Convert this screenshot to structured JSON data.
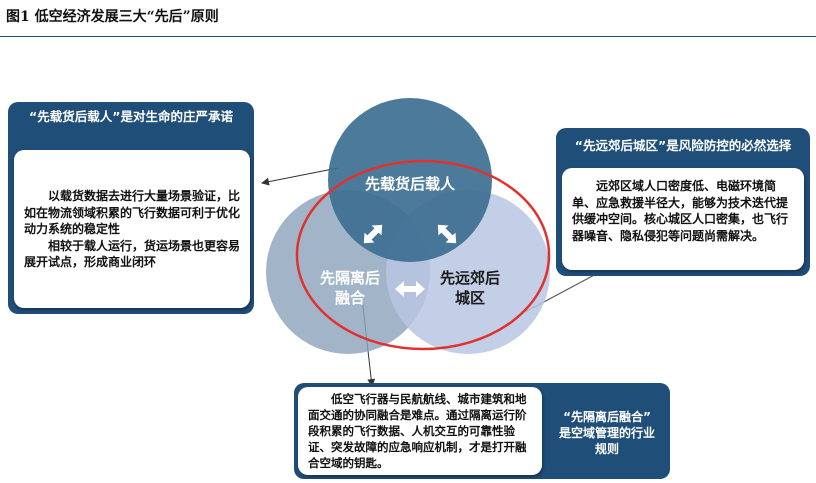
{
  "figure_title": "图1  低空经济发展三大“先后”原则",
  "circles": {
    "top_label": "先载货后载人",
    "left_label_line1": "先隔离后",
    "left_label_line2": "融合",
    "right_label_line1": "先远郊后",
    "right_label_line2": "城区"
  },
  "callouts": {
    "cargo": {
      "heading": "“先载货后载人”是对生命的庄严承诺",
      "paragraph1": "以载货数据去进行大量场景验证，比如在物流领域积累的飞行数据可利于优化动力系统的稳定性",
      "paragraph2": "相较于载人运行，货运场景也更容易展开试点，形成商业闭环"
    },
    "suburb": {
      "heading": "“先远郊后城区”是风险防控的必然选择",
      "paragraph1": "远郊区域人口密度低、电磁环境简单、应急救援半径大，能够为技术迭代提供缓冲空间。核心城区人口密集，也飞行器噪音、隐私侵犯等问题尚需解决。"
    },
    "fusion": {
      "heading_line1": "“先隔离后融合”",
      "heading_line2": "是空域管理的行业",
      "heading_line3": "规则",
      "paragraph1": "低空飞行器与民航航线、城市建筑和地面交通的协同融合是难点。通过隔离运行阶段积累的飞行数据、人机交互的可靠性验证、突发故障的应急响应机制，才是打开融合空域的钥匙。"
    }
  },
  "colors": {
    "navy": "#1f4e79",
    "circle_top": "#3d6f93",
    "circle_left": "#8ea3bc",
    "circle_right": "#b9c6e3",
    "highlight_ellipse": "#e0312f"
  }
}
